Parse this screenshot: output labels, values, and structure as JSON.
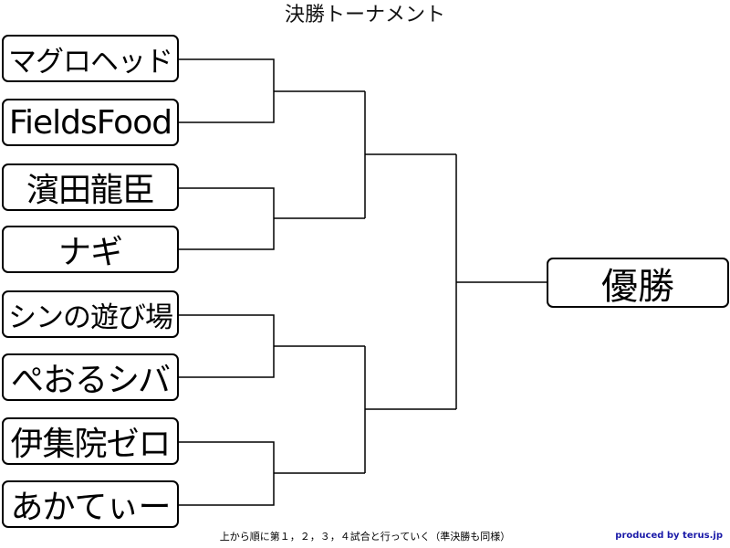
{
  "title": "決勝トーナメント",
  "players": [
    "マグロヘッド",
    "FieldsFood",
    "濱田龍臣",
    "ナギ",
    "シンの遊び場",
    "ぺおるシバ",
    "伊集院ゼロ",
    "あかてぃー"
  ],
  "winner_label": "優勝",
  "footnote": "上から順に第１，２，３，４試合と行っていく（準決勝も同様）",
  "credit": "produced by terus.jp"
}
